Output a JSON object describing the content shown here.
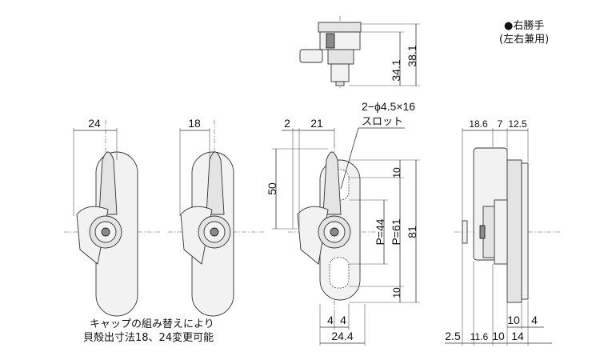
{
  "notes": {
    "hand_line1": "●右勝手",
    "hand_line2": "(左右兼用)",
    "cap_line1": "キャップの組み替えにより",
    "cap_line2": "貝殻出寸法18、24変更可能",
    "hole_line1": "2−ϕ4.5×16",
    "hole_line2": "スロット"
  },
  "dims": {
    "top_h_inner": "34.1",
    "top_h_outer": "38.1",
    "v1_width": "24",
    "v2_width": "18",
    "v3_gap": "2",
    "v3_width": "21",
    "v3_height": "50",
    "pitch_inner": "P=44",
    "pitch_outer": "P=61",
    "overall_h": "81",
    "slot_top": "10",
    "slot_bottom": "10",
    "bot_left": "4",
    "bot_right": "4",
    "bot_total": "24.4",
    "side_a": "18.6",
    "side_b": "7",
    "side_c": "12.5",
    "side_bot_10": "10",
    "side_bot_4": "4",
    "side_bot_25": "2.5",
    "side_bot_116": "11.6",
    "side_bot_10b": "10",
    "side_bot_14": "14"
  }
}
